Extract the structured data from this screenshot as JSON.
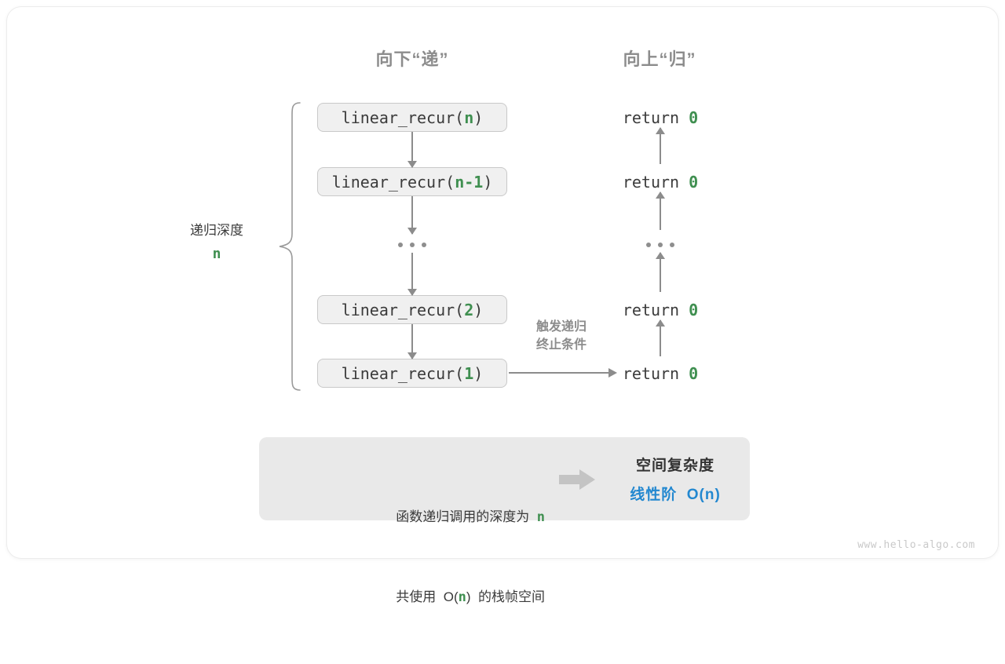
{
  "headers": {
    "down": "向下“递”",
    "up": "向上“归”"
  },
  "depth": {
    "label": "递归深度",
    "value": "n"
  },
  "call_stack": [
    {
      "prefix": "linear_recur(",
      "arg": "n",
      "suffix": ")"
    },
    {
      "prefix": "linear_recur(",
      "arg": "n-1",
      "suffix": ")"
    },
    {
      "ellipsis": "..."
    },
    {
      "prefix": "linear_recur(",
      "arg": "2",
      "suffix": ")"
    },
    {
      "prefix": "linear_recur(",
      "arg": "1",
      "suffix": ")"
    }
  ],
  "returns": [
    {
      "text": "return ",
      "value": "0"
    },
    {
      "text": "return ",
      "value": "0"
    },
    {
      "ellipsis": "..."
    },
    {
      "text": "return ",
      "value": "0"
    },
    {
      "text": "return ",
      "value": "0"
    }
  ],
  "trigger_note": {
    "line1": "触发递归",
    "line2": "终止条件"
  },
  "summary": {
    "left_line1_pre": "函数递归调用的深度为  ",
    "left_line1_hl": "n",
    "left_line2_pre": "共使用  O(",
    "left_line2_hl": "n",
    "left_line2_post": ")  的栈帧空间",
    "arrow_icon": "block-arrow-right-icon",
    "right_title": "空间复杂度",
    "right_value": "线性阶  O(n)"
  },
  "watermark": "www.hello-algo.com",
  "colors": {
    "accent_green": "#3f8f50",
    "accent_blue": "#2388d0",
    "line_gray": "#8c8c8c",
    "box_fill": "#f0f0f0",
    "panel_fill": "#e9e9e9"
  }
}
